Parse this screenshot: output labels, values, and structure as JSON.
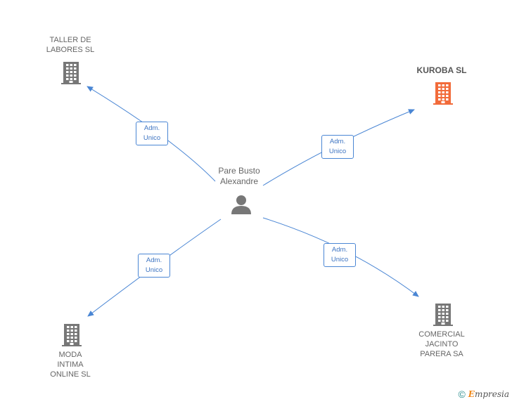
{
  "person": {
    "name": "Pare Busto\nAlexandre",
    "icon": "person-icon"
  },
  "companies": [
    {
      "id": "taller",
      "name": "TALLER DE\nLABORES  SL",
      "color": "#777777",
      "role": "Adm.\nUnico"
    },
    {
      "id": "kuroba",
      "name": "KUROBA  SL",
      "color": "#f26b3a",
      "role": "Adm.\nUnico"
    },
    {
      "id": "moda",
      "name": "MODA\nINTIMA\nONLINE  SL",
      "color": "#777777",
      "role": "Adm.\nUnico"
    },
    {
      "id": "comercial",
      "name": "COMERCIAL\nJACINTO\nPARERA SA",
      "color": "#777777",
      "role": "Adm.\nUnico"
    }
  ],
  "edge_color": "#4a86d4",
  "footer": {
    "copyright": "©",
    "brand_initial": "E",
    "brand_rest": "mpresia"
  }
}
